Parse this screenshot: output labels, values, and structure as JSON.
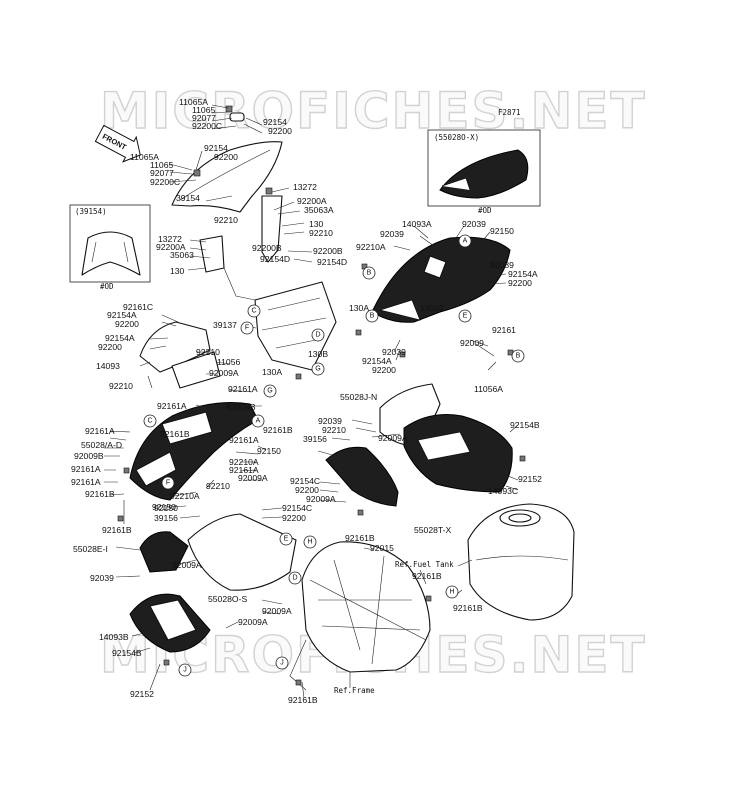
{
  "watermark": "MICROFICHES.NET",
  "figure_code": "F2871",
  "front_label": "FRONT",
  "inset_windshield": {
    "code": "(39154)",
    "note": "#OD"
  },
  "inset_cowl": {
    "code": "(55028O-X)",
    "note": "#OD"
  },
  "ref_fuel_tank": "Ref.Fuel Tank",
  "ref_frame": "Ref.Frame",
  "callouts": [
    "A",
    "B",
    "C",
    "D",
    "E",
    "F",
    "G",
    "H",
    "J"
  ],
  "part_labels": [
    "11065A",
    "11065",
    "92077",
    "92200C",
    "92154",
    "92200",
    "92154",
    "92200",
    "11065A",
    "11065",
    "92077",
    "92200C",
    "39154",
    "92210",
    "13272",
    "92200A",
    "35063A",
    "130",
    "92210",
    "13272",
    "92200A",
    "35063",
    "130",
    "92200B",
    "92154D",
    "92200B",
    "92154D",
    "92161C",
    "92154A",
    "92200",
    "92154A",
    "92200",
    "14093",
    "92210",
    "39137",
    "92210",
    "11056",
    "92009A",
    "92161A",
    "92161A",
    "92009B",
    "14093A",
    "92039",
    "92150",
    "92210A",
    "92039",
    "92039",
    "92154A",
    "92200",
    "130A",
    "14092",
    "130B",
    "130A",
    "92039",
    "92154A",
    "92200",
    "92161",
    "92009",
    "11056A",
    "55028J-N",
    "92039",
    "92210",
    "39156",
    "92009A",
    "92154B",
    "92152",
    "14093C",
    "92161A",
    "55028/A-D",
    "92009B",
    "92161A",
    "92161A",
    "92161B",
    "92161B",
    "92161A",
    "92150",
    "92210A",
    "92161A",
    "92210A",
    "92161B",
    "92150",
    "92009A",
    "92210",
    "92154C",
    "92200",
    "92009A",
    "92161B",
    "55028T-X",
    "92015",
    "92161B",
    "92161B",
    "92161B",
    "92150",
    "39156",
    "92154C",
    "92200",
    "55028E-I",
    "92039",
    "92009A",
    "55028O-S",
    "92009A",
    "92009A",
    "14093B",
    "92154B",
    "92152",
    "92161B"
  ]
}
